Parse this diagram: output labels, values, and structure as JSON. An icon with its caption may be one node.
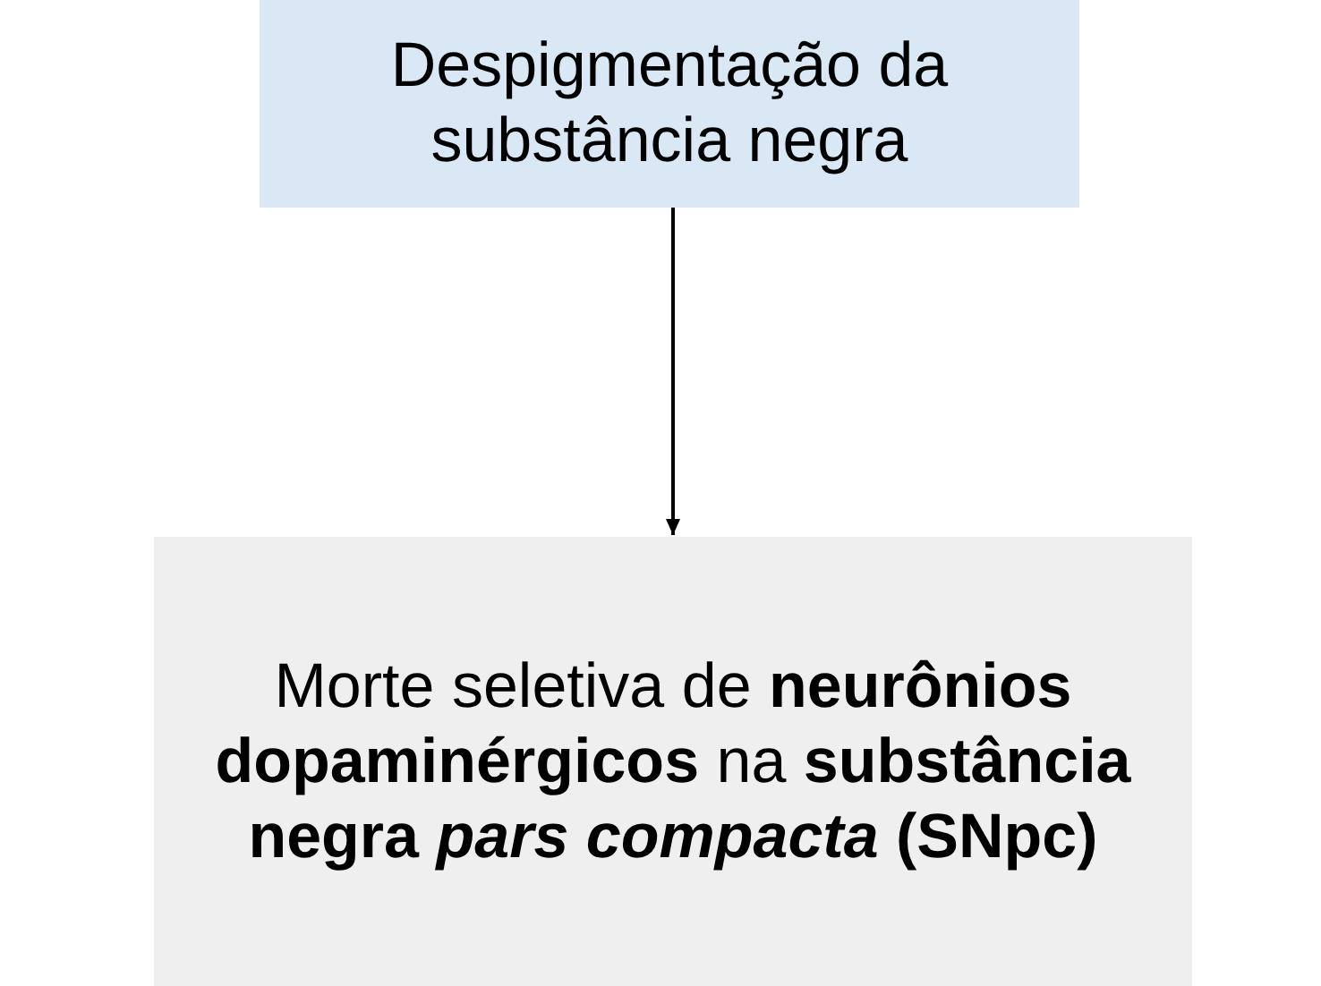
{
  "diagram": {
    "nodes": [
      {
        "text": [
          "Despigmentação da substância negra"
        ]
      },
      {
        "text": [
          "Morte seletiva de **neurônios dopaminérgicos** na **substância negra *pars compacta* (SNpc)**"
        ]
      }
    ],
    "edges": [
      {
        "from": 0,
        "to": 1,
        "arrow": "to"
      }
    ]
  }
}
